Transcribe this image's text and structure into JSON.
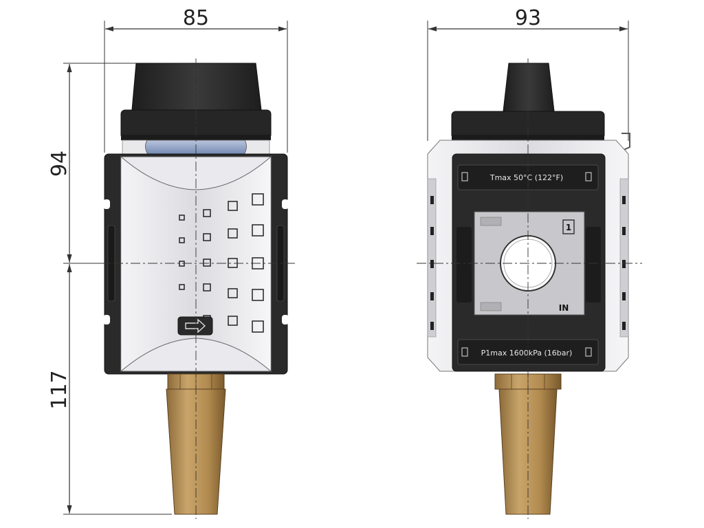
{
  "dimensions": {
    "front_width": "85",
    "side_width": "93",
    "upper_height": "94",
    "lower_height": "117"
  },
  "side_view": {
    "top_label": "Tmax 50°C (122°F)",
    "bottom_label": "P1max 1600kPa (16bar)",
    "port_number": "1",
    "port_label": "IN"
  },
  "colors": {
    "housing_black": "#2a2a2a",
    "knob_black": "#2b2b2b",
    "body_silver": "#e6e6e8",
    "brass": "#b8935a",
    "window_blue": "#8a9fc4",
    "dimension_line": "#333333"
  },
  "icons": {
    "direction_arrow": "arrow-right-icon"
  }
}
